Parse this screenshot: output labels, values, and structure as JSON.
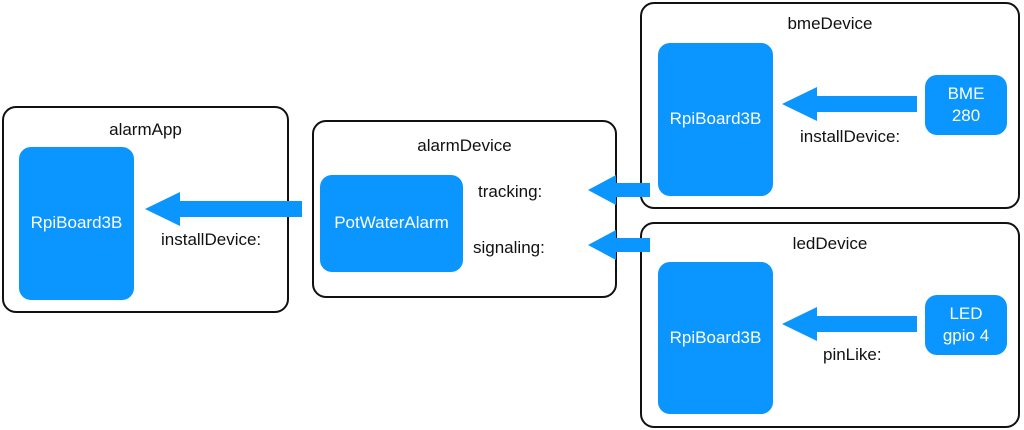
{
  "colors": {
    "node_fill": "#0a95ff",
    "arrow": "#0a95ff",
    "border": "#111111",
    "node_text": "#ffffff"
  },
  "boxes": {
    "alarm_app": {
      "title": "alarmApp"
    },
    "alarm_device": {
      "title": "alarmDevice"
    },
    "bme_device": {
      "title": "bmeDevice"
    },
    "led_device": {
      "title": "ledDevice"
    }
  },
  "nodes": {
    "alarm_app_board": {
      "line1": "RpiBoard3B",
      "line2": ""
    },
    "pot_water_alarm": {
      "line1": "PotWaterAlarm",
      "line2": ""
    },
    "bme_board": {
      "line1": "RpiBoard3B",
      "line2": ""
    },
    "bme_sensor": {
      "line1": "BME",
      "line2": "280"
    },
    "led_board": {
      "line1": "RpiBoard3B",
      "line2": ""
    },
    "led_gpio": {
      "line1": "LED",
      "line2": "gpio 4"
    }
  },
  "labels": {
    "alarm_app_install": "installDevice:",
    "tracking": "tracking:",
    "signaling": "signaling:",
    "bme_install": "installDevice:",
    "pin_like": "pinLike:"
  }
}
